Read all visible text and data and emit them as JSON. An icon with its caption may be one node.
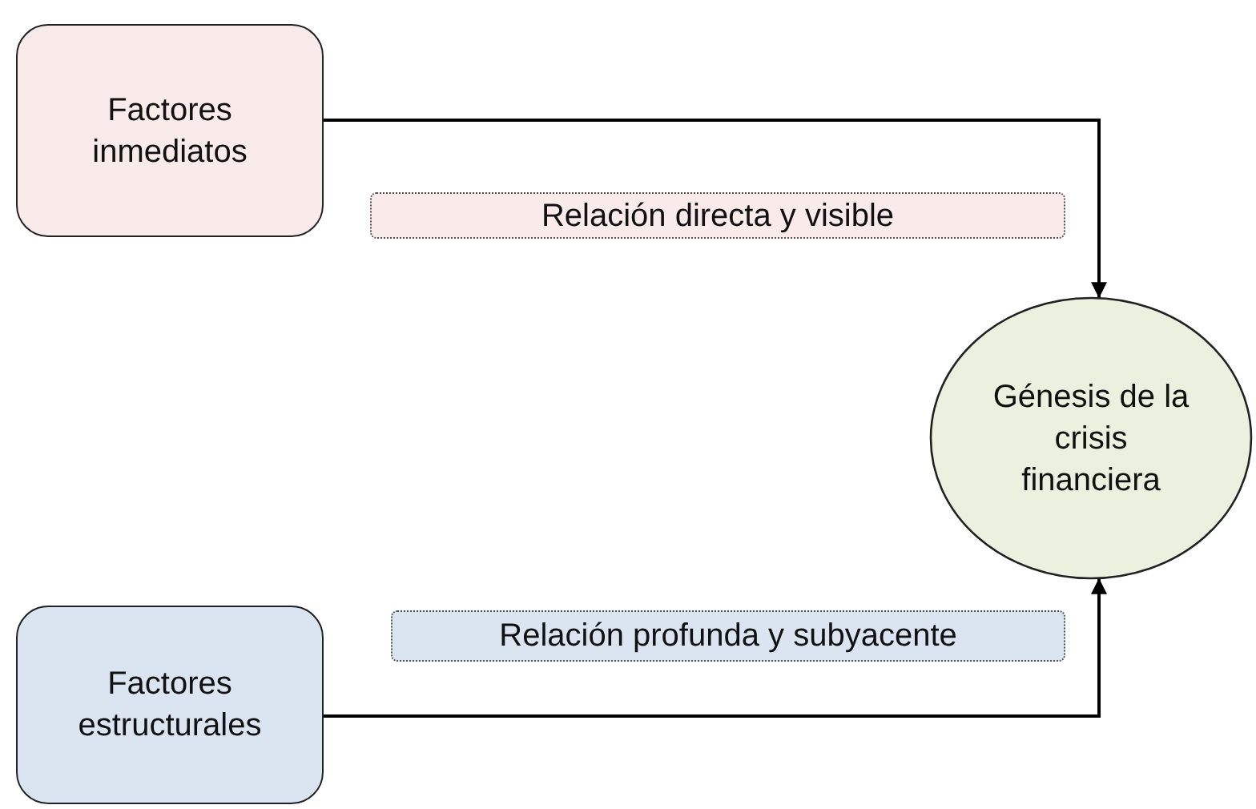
{
  "diagram": {
    "nodes": [
      {
        "text": [
          "Factores inmediatos"
        ]
      },
      {
        "text": [
          "Relación directa y visible"
        ]
      },
      {
        "text": [
          "Génesis de la crisis financiera"
        ]
      },
      {
        "text": [
          "Relación profunda y subyacente"
        ]
      },
      {
        "text": [
          "Factores estructurales"
        ]
      }
    ],
    "edges": [
      {
        "from": 0,
        "to": 2,
        "arrow": "to"
      },
      {
        "from": 4,
        "to": 2,
        "arrow": "to"
      }
    ]
  }
}
